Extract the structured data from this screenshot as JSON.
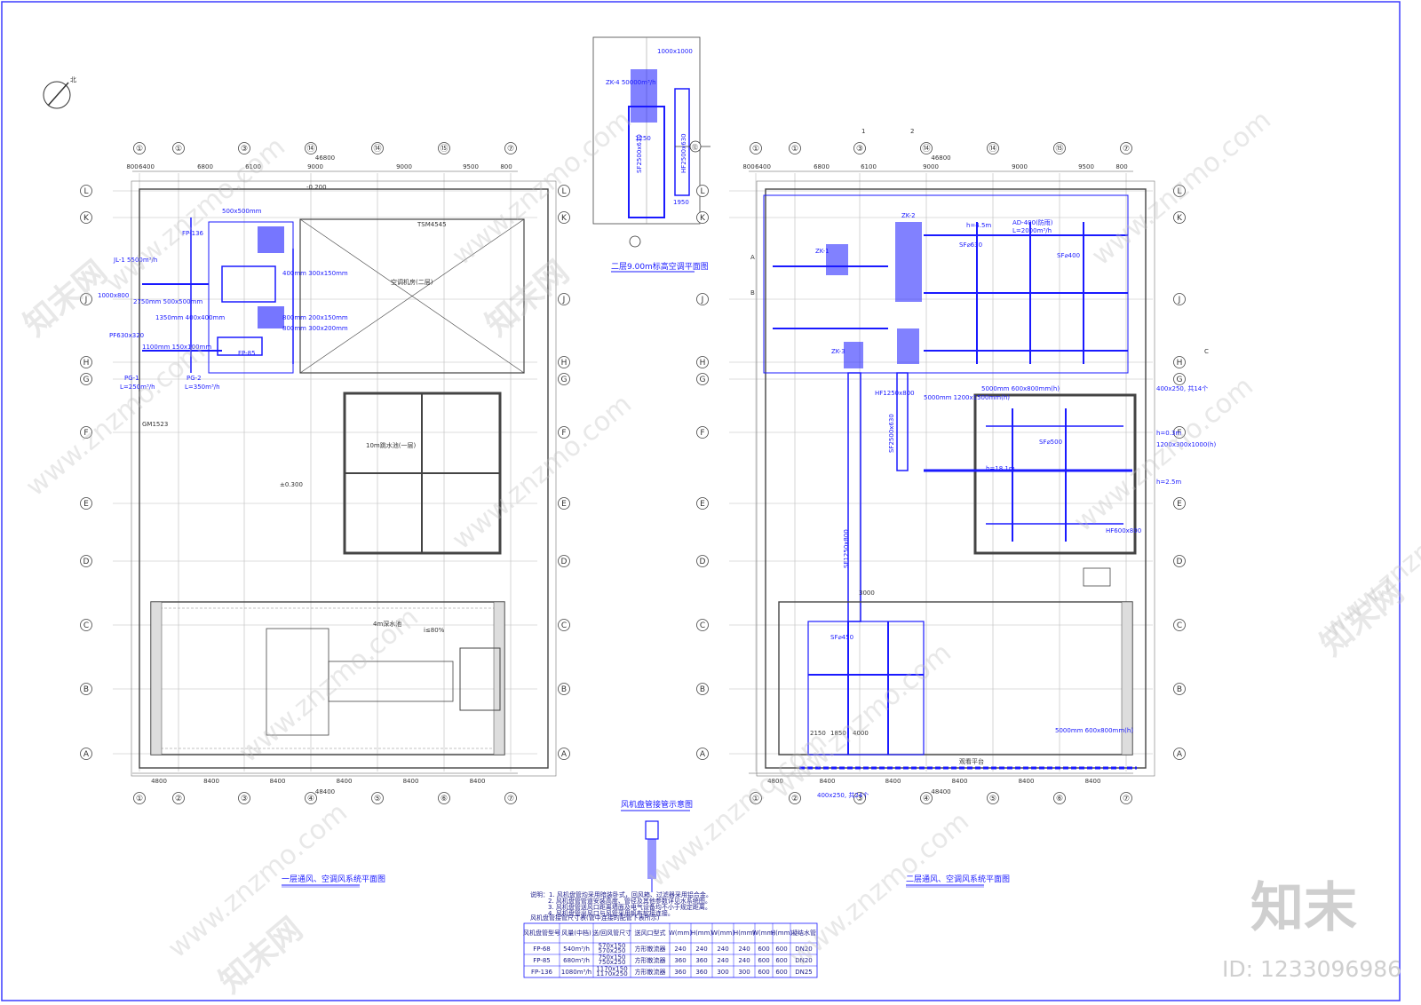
{
  "left_plan": {
    "title": "一层通风、空调风系统平面图",
    "col_axes": [
      "①",
      "②",
      "③",
      "④",
      "⑤",
      "⑥",
      "⑦"
    ],
    "col_axes_top": [
      "①",
      "①",
      "③",
      "⑭",
      "⑭",
      "⑮",
      "⑦"
    ],
    "row_axes": [
      "L",
      "K",
      "J",
      "H",
      "G",
      "F",
      "E",
      "D",
      "C",
      "B",
      "A"
    ],
    "top_dims": [
      "800",
      "6400",
      "6800",
      "6100",
      "9000",
      "9000",
      "9500",
      "800"
    ],
    "top_total": "46800",
    "bottom_dims": [
      "4800",
      "8400",
      "8400",
      "8400",
      "8400",
      "8400"
    ],
    "bottom_total": "48400",
    "labels": {
      "elev": "-0.200",
      "room_top": "TSM4545",
      "big_room": "空调机房(二层)",
      "pool": "10m跳水池(一层)",
      "pool2": "4m深水池",
      "lv": "±0.300",
      "slope": "i≤80%",
      "jl1": "JL-1\n5500m³/h",
      "pf1": "PF630x320",
      "pg1": "PG-1",
      "pg2": "PG-2",
      "flow1": "L=250m³/h",
      "flow2": "L=350m³/h",
      "fp136": "FP-136",
      "fp85": "FP-85",
      "size1": "1350mm 400x400mm",
      "size2": "500x500mm",
      "size3": "1000x800",
      "size4": "400mm 300x150mm",
      "size5": "800mm 200x150mm",
      "size6": "800mm 300x200mm",
      "size7": "2750mm 500x500mm",
      "size8": "1100mm 150x100mm",
      "gm": "GM1523"
    }
  },
  "mini_plan": {
    "title": "二层9.00m标高空调平面图",
    "labels": {
      "zk4": "ZK-4\n50000m³/h",
      "sf": "SF2500x630",
      "hf": "HF2500x630",
      "s1": "1000x1000",
      "s2": "1250",
      "s3": "1950",
      "axis": "⑫"
    }
  },
  "right_plan": {
    "title": "二层通风、空调风系统平面图",
    "col_axes": [
      "①",
      "②",
      "③",
      "④",
      "⑤",
      "⑥",
      "⑦"
    ],
    "col_axes_top": [
      "①",
      "①",
      "③",
      "⑭",
      "⑭",
      "⑮",
      "⑦"
    ],
    "row_axes": [
      "L",
      "K",
      "J",
      "H",
      "G",
      "F",
      "E",
      "D",
      "C",
      "B",
      "A"
    ],
    "top_dims": [
      "800",
      "6400",
      "6800",
      "6100",
      "9000",
      "9000",
      "9500",
      "800"
    ],
    "top_total": "46800",
    "bottom_dims": [
      "4800",
      "8400",
      "8400",
      "8400",
      "8400",
      "8400"
    ],
    "bottom_total": "48400",
    "labels": {
      "ad": "AD-400(防雨)",
      "l2000": "L=2000m³/h",
      "zk1": "ZK-1",
      "zk2": "ZK-2",
      "zk3": "ZK-3",
      "sf630": "SF⌀630",
      "sf400": "SF⌀400",
      "sf500": "SF⌀500",
      "sf450": "SF⌀450",
      "sf1250": "SF1250x800",
      "sf2500": "SF2500x630",
      "hf1250": "HF1250x800",
      "hf600": "HF600x800",
      "d1": "5000mm 600x800mm(h)",
      "d2": "5000mm 1200x1500mm(h)",
      "d3": "1200x300x1000(h)",
      "d4": "400x250, 共14个",
      "d5": "400x250, 共24个",
      "d6": "5000mm 600x800mm(h)",
      "h1": "h=2.5m",
      "h2": "h=0.3m",
      "h3": "h=18.1m",
      "h4": "h=4.5m",
      "dim3000": "3000",
      "dim4000": "4000",
      "dim2150": "2150",
      "dim1850": "1850",
      "sec1": "1",
      "sec2": "2",
      "secA": "A",
      "secB": "B",
      "secC": "C",
      "stand": "观看平台"
    }
  },
  "fan_coil": {
    "title": "风机盘管接管示意图",
    "notes": [
      "说明：1. 风机盘管均采用暗装卧式，回风箱、过滤器采用铝合金。",
      "2. 风机盘管管道安装高度、管径及其他参数详见水系统图。",
      "3. 风机盘管送风口距离墙面及电气设备均不小于规定距离。",
      "4. 风机盘管出风口与风管采用帆布软接连接。"
    ],
    "table_title": "风机盘管接管尺寸表",
    "table_subtitle": "(管中连接的配管下表所示)",
    "headers": [
      "风机盘管型号",
      "风量(中档)",
      "送/回风管尺寸",
      "送风口型式",
      "W(mm)",
      "H(mm)",
      "W(mm)",
      "H(mm)",
      "W(mm)",
      "H(mm)",
      "凝结水管"
    ],
    "rows": [
      [
        "FP-68",
        "540m³/h",
        "570x150\n570x250",
        "方形散流器",
        "240",
        "240",
        "240",
        "240",
        "600",
        "600",
        "DN20"
      ],
      [
        "FP-85",
        "680m³/h",
        "750x150\n750x250",
        "方形散流器",
        "360",
        "360",
        "240",
        "240",
        "600",
        "600",
        "DN20"
      ],
      [
        "FP-136",
        "1080m³/h",
        "1170x150\n1170x250",
        "方形散流器",
        "360",
        "360",
        "300",
        "300",
        "600",
        "600",
        "DN25"
      ]
    ]
  },
  "watermark": {
    "site": "www.znzmo.com",
    "brand_cn": "知末",
    "brand_mark": "知末网",
    "id_text": "ID: 1233096986"
  },
  "north": "北"
}
